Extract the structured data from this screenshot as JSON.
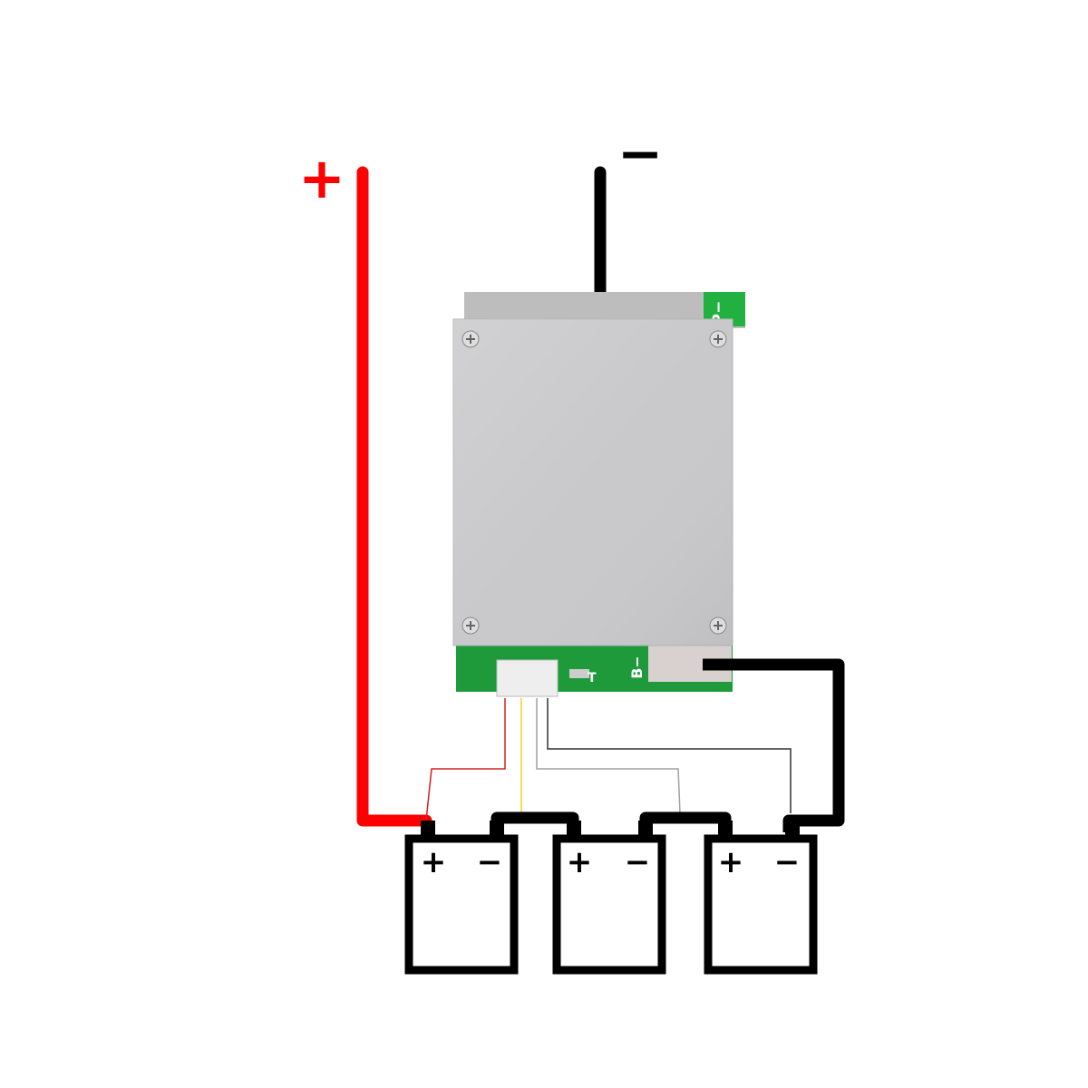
{
  "title": "3S BMS battery wiring diagram",
  "labels": {
    "pack_positive": "+",
    "pack_negative": "−",
    "board_p_minus": "P−",
    "board_b_minus": "B−",
    "board_t": "T"
  },
  "batteries": [
    {
      "plus": "+",
      "minus": "−"
    },
    {
      "plus": "+",
      "minus": "−"
    },
    {
      "plus": "+",
      "minus": "−"
    }
  ],
  "colors": {
    "positive_wire": "#ff0000",
    "negative_wire": "#000000",
    "pcb": "#1f9a3a",
    "heatsink": "#c9c9cb",
    "balance_red": "#d42020",
    "balance_yellow": "#f0d020",
    "balance_gray": "#a0a0a0",
    "balance_black": "#303030"
  }
}
